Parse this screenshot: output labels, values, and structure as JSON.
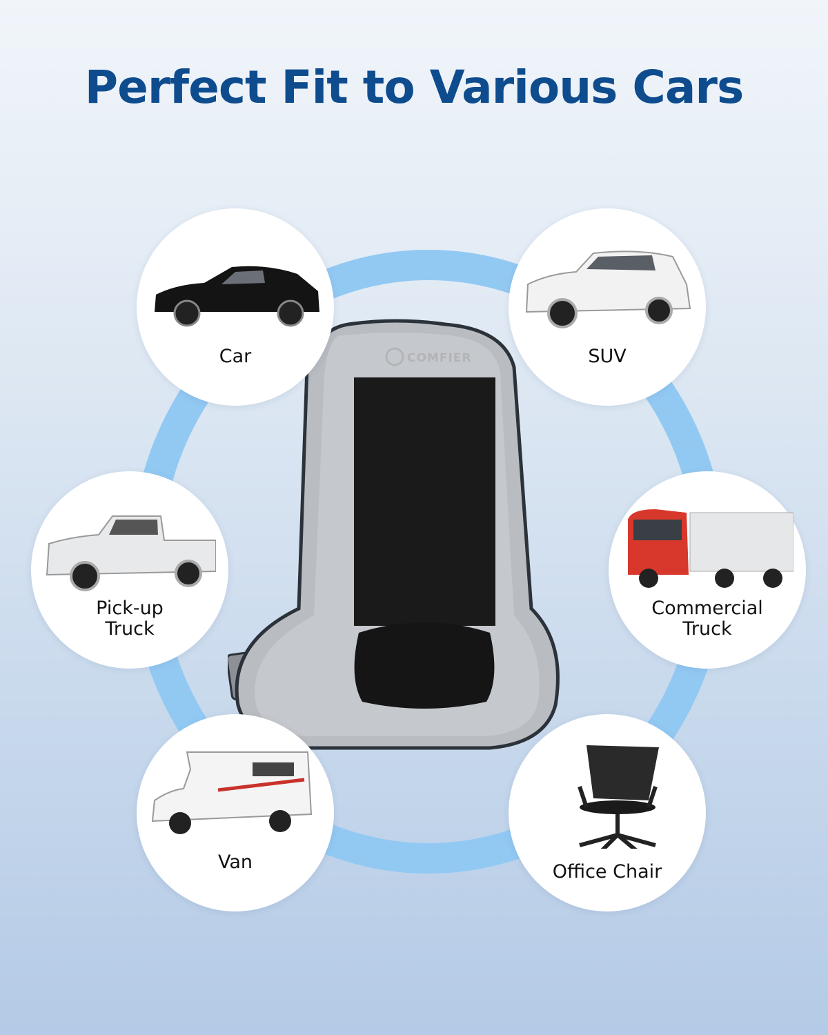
{
  "title": "Perfect Fit to Various Cars",
  "product": {
    "brand": "COMFIER"
  },
  "items": [
    {
      "label": "Car",
      "icon": "sedan-image"
    },
    {
      "label": "SUV",
      "icon": "suv-image"
    },
    {
      "label": "Pick-up Truck",
      "line1": "Pick-up",
      "line2": "Truck",
      "icon": "pickup-truck-image"
    },
    {
      "label": "Commercial Truck",
      "line1": "Commercial",
      "line2": "Truck",
      "icon": "commercial-truck-image"
    },
    {
      "label": "Van",
      "icon": "camper-van-image"
    },
    {
      "label": "Office Chair",
      "icon": "office-chair-image"
    }
  ],
  "colors": {
    "title": "#0e4c8e",
    "ring": "#92c9f3"
  }
}
